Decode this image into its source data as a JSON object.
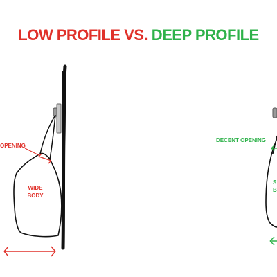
{
  "title": {
    "low": "LOW PROFILE",
    "vs": "VS.",
    "deep": "DEEP PROFILE"
  },
  "left": {
    "opening_label": "OPENING",
    "body_label_line1": "WIDE",
    "body_label_line2": "BODY"
  },
  "right": {
    "opening_label": "DECENT OPENING",
    "body_label_line1": "S",
    "body_label_line2": "BO"
  },
  "colors": {
    "low": "#e0312a",
    "deep": "#2eb24a",
    "ink": "#111111",
    "hook": "#9a9a9a"
  }
}
